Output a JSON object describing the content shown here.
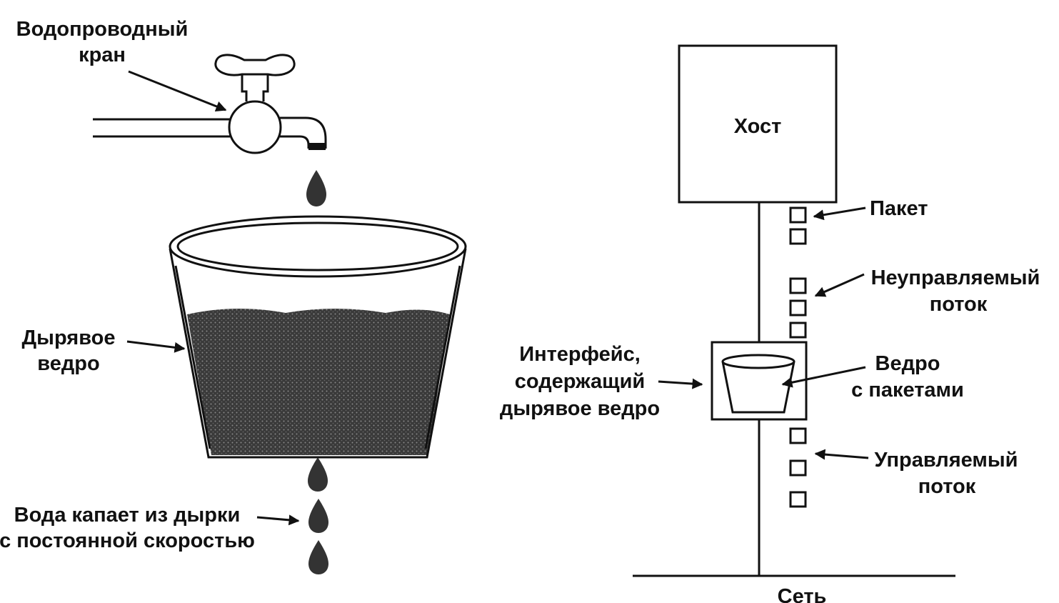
{
  "left_panel": {
    "tap_label": {
      "line1": "Водопроводный",
      "line2": "кран"
    },
    "bucket_label": {
      "line1": "Дырявое",
      "line2": "ведро"
    },
    "drip_label": {
      "line1": "Вода капает из дырки",
      "line2": "с постоянной скоростью"
    }
  },
  "right_panel": {
    "host_label": "Хост",
    "packet_label": "Пакет",
    "unregulated_label": {
      "line1": "Неуправляемый",
      "line2": "поток"
    },
    "interface_label": {
      "line1": "Интерфейс,",
      "line2": "содержащий",
      "line3": "дырявое ведро"
    },
    "bucket_label": {
      "line1": "Ведро",
      "line2": "с пакетами"
    },
    "regulated_label": {
      "line1": "Управляемый",
      "line2": "поток"
    },
    "network_label": "Сеть"
  },
  "colors": {
    "ink": "#111111",
    "water": "#3a3a3a",
    "background": "#ffffff"
  }
}
